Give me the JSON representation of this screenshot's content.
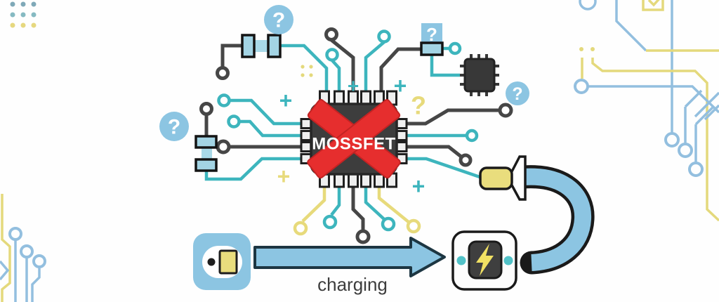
{
  "chip": {
    "label": "MOSSFET",
    "status": "crossed-out"
  },
  "caption": {
    "charging": "charging"
  },
  "glyphs": {
    "question": "?",
    "plus": "+"
  },
  "icons": {
    "red_cross": "x-cross-icon",
    "question_bubble": "question-mark-icon",
    "wall_outlet": "wall-outlet-icon",
    "power_plug": "power-plug-icon",
    "charging_port": "lightning-port-icon",
    "cpu_chip": "cpu-chip-icon",
    "small_ic": "ic-chip-icon"
  },
  "colors": {
    "teal": "#3db5bd",
    "dark_gray": "#464646",
    "pale_yellow": "#e7da7b",
    "light_blue": "#8cc5e2",
    "corner_blue": "#93bfdf",
    "corner_yellow": "#e4d97c",
    "chip_body": "#3d3d3d",
    "cross_red": "#e62e2e",
    "bolt_yellow": "#f1e163",
    "background": "#ffffff"
  }
}
